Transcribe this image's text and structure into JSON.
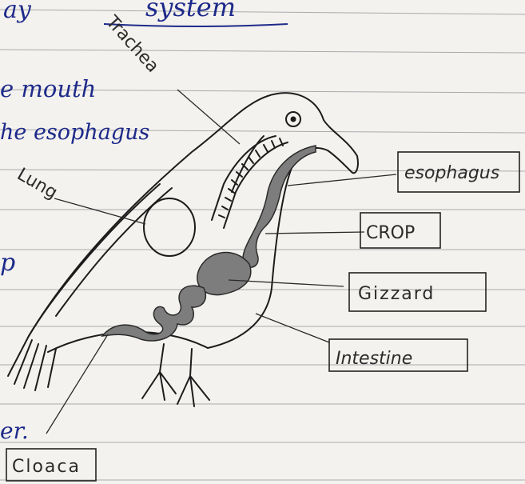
{
  "heading": {
    "left_fragment": "ay",
    "right_fragment": "system"
  },
  "notes": {
    "line1": "e mouth",
    "line2": "he esophagus",
    "line3": "p",
    "line4": "er."
  },
  "labels": {
    "trachea": "Trachea",
    "lung": "Lung",
    "esophagus": "esophagus",
    "crop": "CROP",
    "gizzard": "Gizzard",
    "intestine": "Intestine",
    "cloaca": "Cloaca"
  },
  "colors": {
    "ink": "#1d2a8a",
    "pencil": "#2b2b2b",
    "paper": "#f4f2ee",
    "rule_line": "#a9a9ad",
    "organ_shading": "#7d7d7d"
  }
}
